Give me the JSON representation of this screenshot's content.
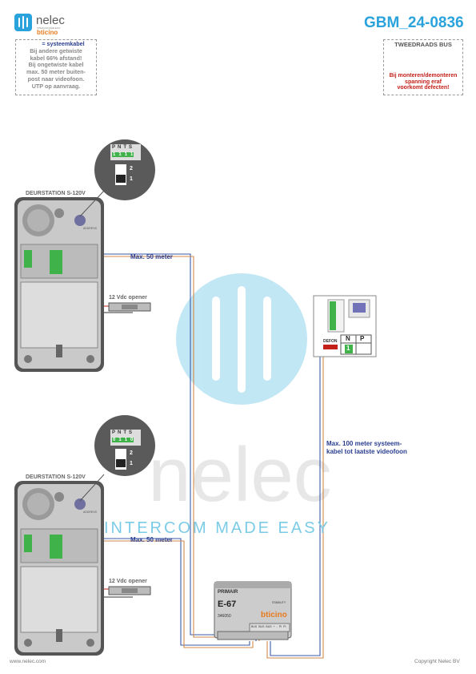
{
  "brand": {
    "name": "nelec",
    "tagline": "INTERCOM MADE EASY",
    "partner": "bticino"
  },
  "doc_code": "GBM_24-0836",
  "note": {
    "title": "= systeemkabel",
    "lines": [
      "Bij andere getwiste",
      "kabel 66% afstand!",
      "Bij ongetwiste kabel",
      "max. 50 meter buiten-",
      "post naar videofoon.",
      "UTP op aanvraag."
    ]
  },
  "warning": {
    "title": "TWEEDRAADS BUS",
    "lines": [
      "Bij monteren/demonteren",
      "spanning eraf",
      "voorkomt defecten!"
    ]
  },
  "door_station_1": {
    "title": "DEURSTATION S-120V",
    "small": "ADDRESS"
  },
  "door_station_2": {
    "title": "DEURSTATION S-120V",
    "small": "ADDRESS"
  },
  "dip1": {
    "headers": [
      "P",
      "N",
      "T",
      "S"
    ],
    "values": [
      "1",
      "1",
      "1",
      "1"
    ],
    "switch": [
      "2",
      "1"
    ]
  },
  "dip2": {
    "headers": [
      "P",
      "N",
      "T",
      "S"
    ],
    "values": [
      "0",
      "1",
      "1",
      "0"
    ],
    "switch": [
      "2",
      "1"
    ]
  },
  "opener1": "12 Vdc opener",
  "opener2": "12 Vdc opener",
  "dist1": "Max. 50 meter",
  "dist2": "Max. 50 meter",
  "dist3": [
    "Max. 100 meter systeem-",
    "kabel tot laatste videofoon"
  ],
  "monitor": {
    "np": [
      "N",
      "P"
    ],
    "value": "1",
    "button": "DEFON"
  },
  "psu": {
    "label1": "PRIMAIR",
    "model": "E-67",
    "brand": "bticino",
    "code": "346050",
    "small": "STABILITY",
    "terms": [
      "BUS",
      "BUS",
      "BUS",
      "+",
      "-",
      "PI",
      "PI"
    ]
  },
  "footer": {
    "left": "www.nelec.com",
    "right": "Copyright Nelec BV"
  },
  "colors": {
    "blue": "#2a3e8f",
    "accent": "#2aa3dc",
    "red": "#c4201a",
    "green": "#3fb34a"
  }
}
